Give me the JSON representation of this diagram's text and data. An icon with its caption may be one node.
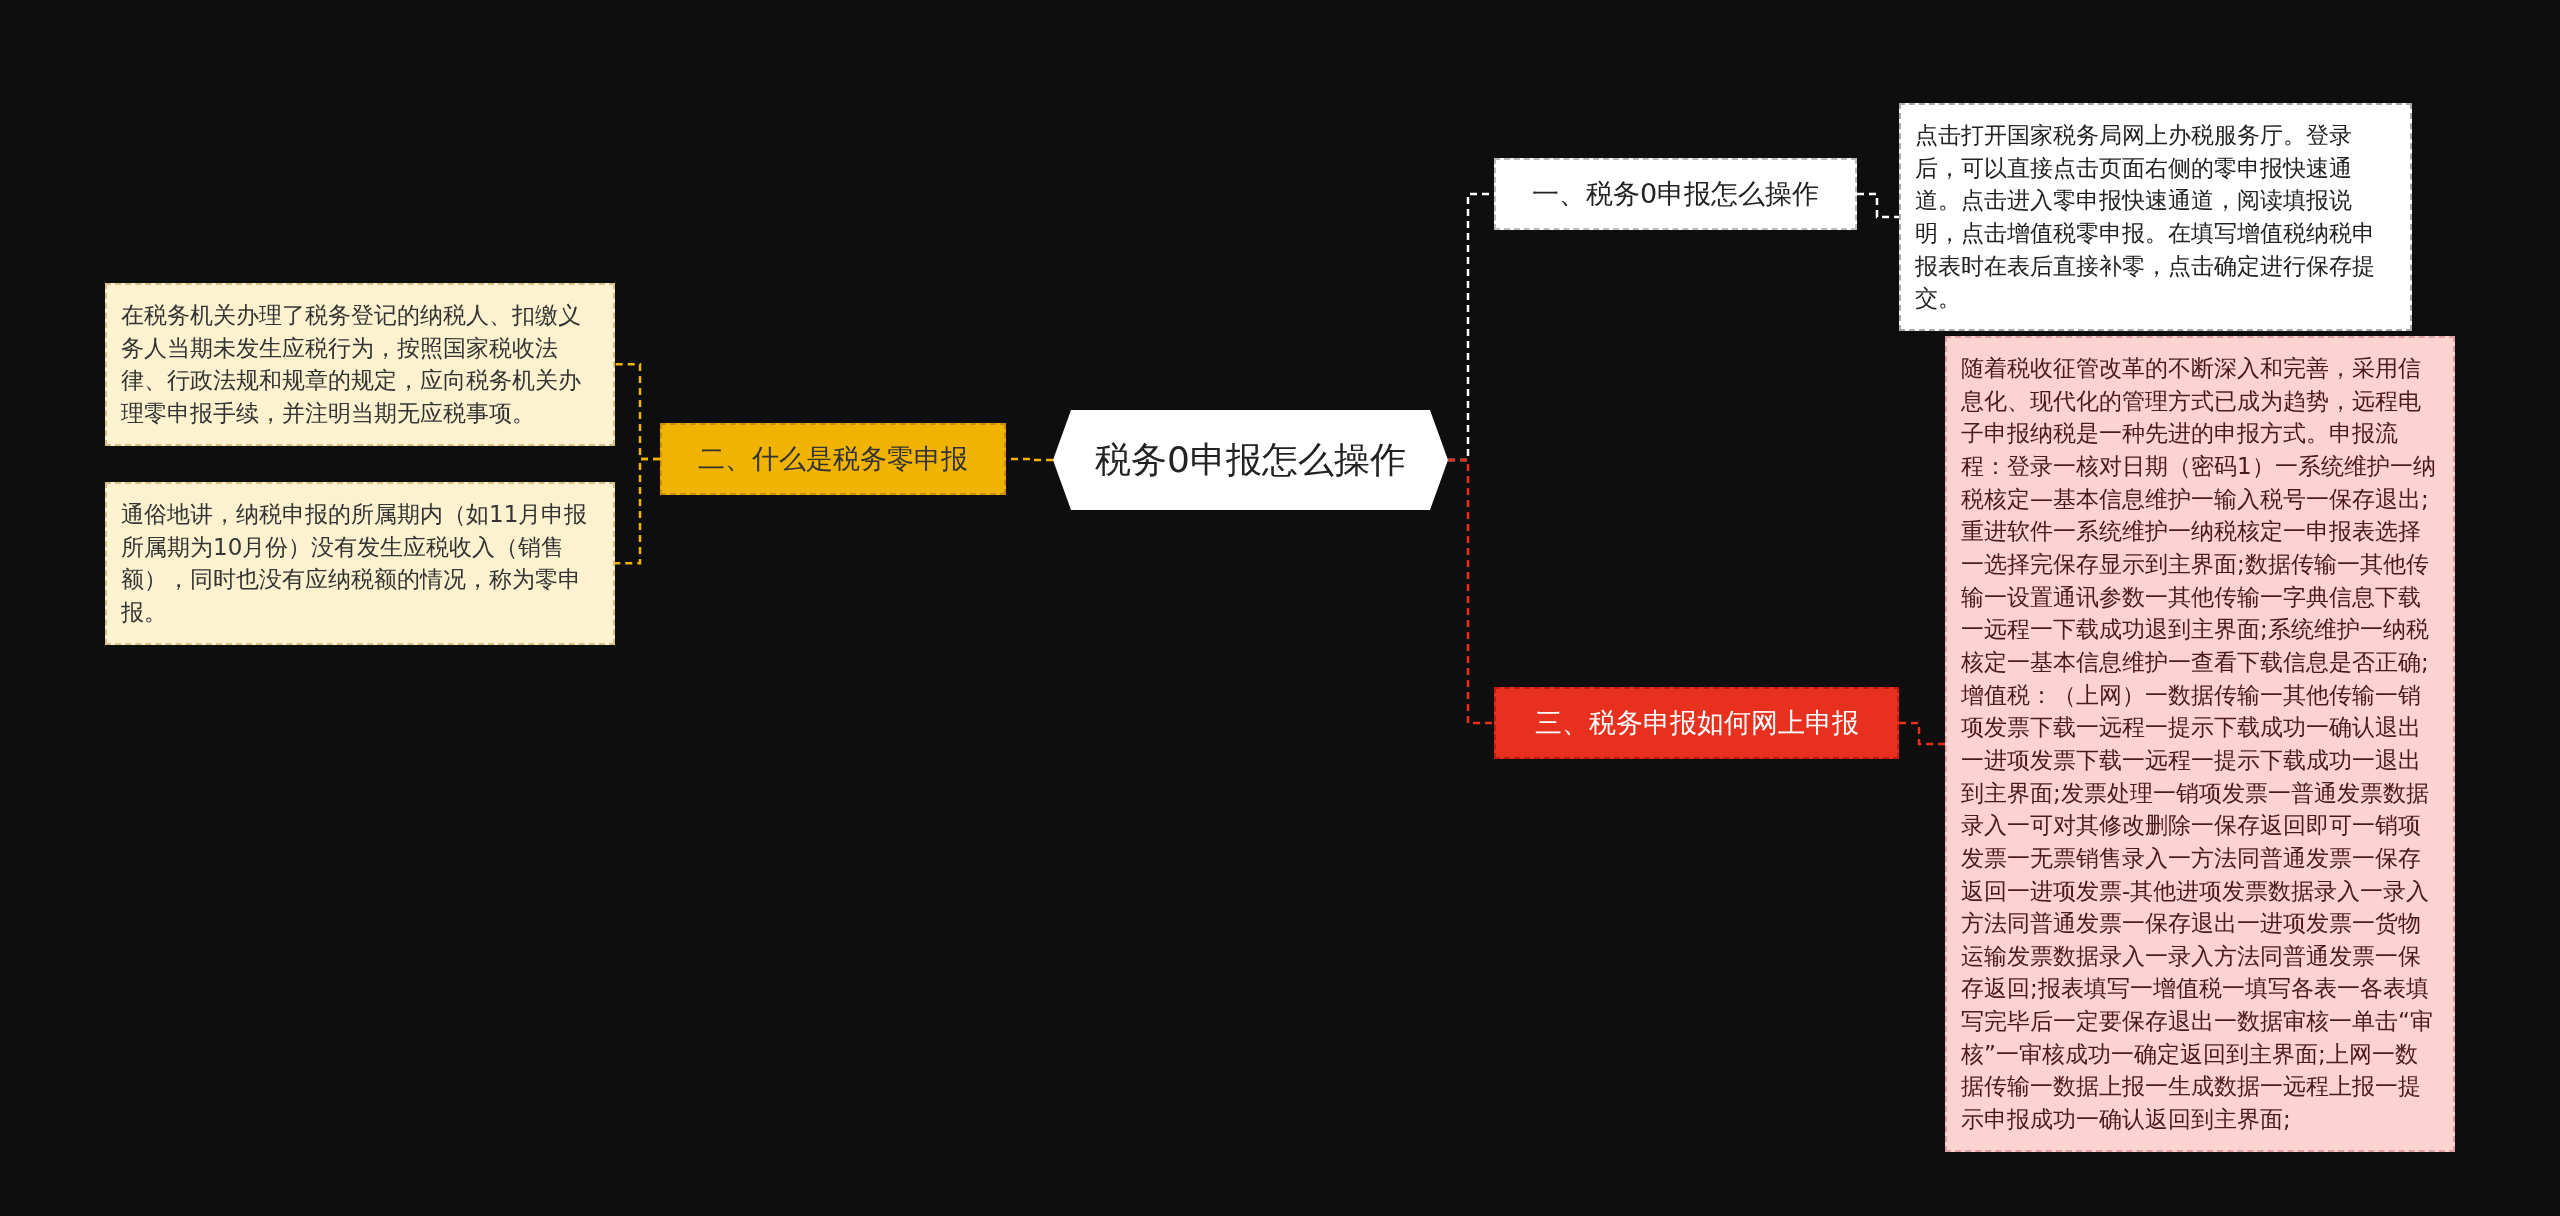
{
  "diagram": {
    "nodes": [
      {
        "text": [
          "税务0申报怎么操作"
        ]
      },
      {
        "text": [
          "一、税务0申报怎么操作"
        ]
      },
      {
        "text": [
          "点击打开国家税务局网上办税服务厅。登录后，可以直接点击页面右侧的零申报快速通道。点击进入零申报快速通道，阅读填报说明，点击增值税零申报。在填写增值税纳税申报表时在表后直接补零，点击确定进行保存提交。"
        ]
      },
      {
        "text": [
          "二、什么是税务零申报"
        ]
      },
      {
        "text": [
          "在税务机关办理了税务登记的纳税人、扣缴义务人当期未发生应税行为，按照国家税收法律、行政法规和规章的规定，应向税务机关办理零申报手续，并注明当期无应税事项。"
        ]
      },
      {
        "text": [
          "通俗地讲，纳税申报的所属期内（如11月申报所属期为10月份）没有发生应税收入（销售额），同时也没有应纳税额的情况，称为零申报。"
        ]
      },
      {
        "text": [
          "三、税务申报如何网上申报"
        ]
      },
      {
        "text": [
          "随着税收征管改革的不断深入和完善，采用信息化、现代化的管理方式已成为趋势，远程电子申报纳税是一种先进的申报方式。申报流程：登录一核对日期（密码1）一系统维护一纳税核定—基本信息维护一输入税号一保存退出;重进软件一系统维护一纳税核定一申报表选择一选择完保存显示到主界面;数据传输一其他传输一设置通讯参数一其他传输一字典信息下载一远程一下载成功退到主界面;系统维护一纳税核定一基本信息维护一查看下载信息是否正确;增值税：（上网）一数据传输一其他传输一销项发票下载一远程一提示下载成功一确认退出一进项发票下载一远程一提示下载成功一退出到主界面;发票处理一销项发票一普通发票数据录入一可对其修改删除一保存返回即可一销项发票一无票销售录入一方法同普通发票一保存返回一进项发票-其他进项发票数据录入一录入方法同普通发票一保存退出一进项发票一货物运输发票数据录入一录入方法同普通发票一保存返回;报表填写一增值税一填写各表一各表填写完毕后一定要保存退出一数据审核一单击“审核”一审核成功一确定返回到主界面;上网一数据传输一数据上报一生成数据一远程上报一提示申报成功一确认返回到主界面;"
        ]
      }
    ],
    "edges": [
      {
        "from": 0,
        "to": 1,
        "arrow": "none",
        "style": "dashed",
        "color": "#ffffff"
      },
      {
        "from": 1,
        "to": 2,
        "arrow": "none",
        "style": "dashed",
        "color": "#ffffff"
      },
      {
        "from": 0,
        "to": 3,
        "arrow": "none",
        "style": "dashed",
        "color": "#f0b400"
      },
      {
        "from": 3,
        "to": 4,
        "arrow": "none",
        "style": "dashed",
        "color": "#f0b400"
      },
      {
        "from": 3,
        "to": 5,
        "arrow": "none",
        "style": "dashed",
        "color": "#f0b400"
      },
      {
        "from": 0,
        "to": 6,
        "arrow": "none",
        "style": "dashed",
        "color": "#e8301e"
      },
      {
        "from": 6,
        "to": 7,
        "arrow": "none",
        "style": "dashed",
        "color": "#e8301e"
      }
    ]
  }
}
